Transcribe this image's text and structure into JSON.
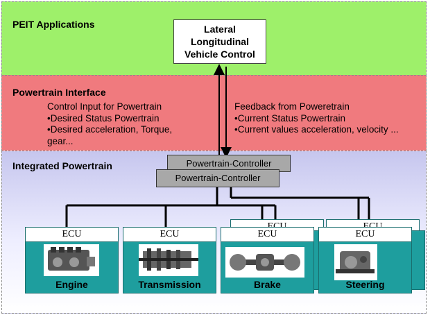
{
  "layers": {
    "peit": {
      "title": "PEIT Applications"
    },
    "powertrain_interface": {
      "title": "Powertrain Interface"
    },
    "integrated_powertrain": {
      "title": "Integrated Powertrain"
    }
  },
  "vehicle_control": {
    "lines": [
      "Lateral",
      "Longitudinal",
      "Vehicle Control"
    ]
  },
  "control_input": {
    "heading": "Control Input for Powertrain",
    "items": [
      "•Desired Status Powertrain",
      "•Desired acceleration, Torque,",
      "gear..."
    ]
  },
  "feedback": {
    "heading": "Feedback from Poweretrain",
    "items": [
      "•Current Status Powertrain",
      "•Current values acceleration, velocity ..."
    ]
  },
  "powertrain_controllers": [
    "Powertrain-Controller",
    "Powertrain-Controller"
  ],
  "ecus": [
    {
      "head": "ECU",
      "name": "Engine",
      "image": "engine-image"
    },
    {
      "head": "ECU",
      "name": "Transmission",
      "image": "transmission-image"
    },
    {
      "head": "ECU",
      "name": "Brake",
      "image": "brake-image"
    },
    {
      "head": "ECU",
      "name": "Steering",
      "image": "steering-image"
    }
  ],
  "shadow_ecus": [
    {
      "head": "ECU"
    },
    {
      "head": "ECU"
    }
  ],
  "colors": {
    "peit_layer": "#9ef06a",
    "interface_layer": "#f07a7e",
    "integrated_layer": "#c6c6ee",
    "ecu_body": "#1e9e9e",
    "controller_box": "#a8a8a8"
  }
}
